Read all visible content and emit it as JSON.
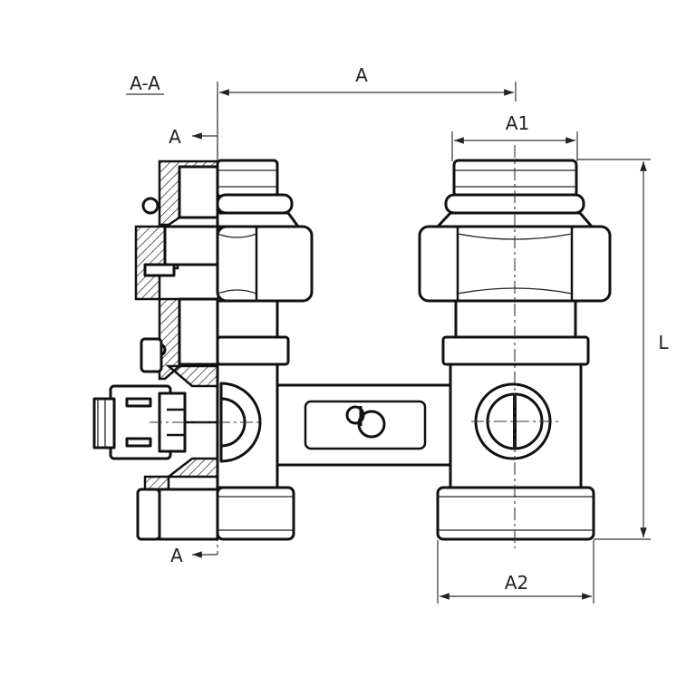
{
  "section_label": "A-A",
  "section_marks": {
    "top": "A",
    "bottom": "A"
  },
  "dimensions": {
    "overall_width": "A",
    "nut_width": "A1",
    "bottom_width": "A2",
    "height": "L"
  },
  "colors": {
    "line": "#111111",
    "background": "#ffffff"
  },
  "logo_icon": "brand-logo-icon"
}
